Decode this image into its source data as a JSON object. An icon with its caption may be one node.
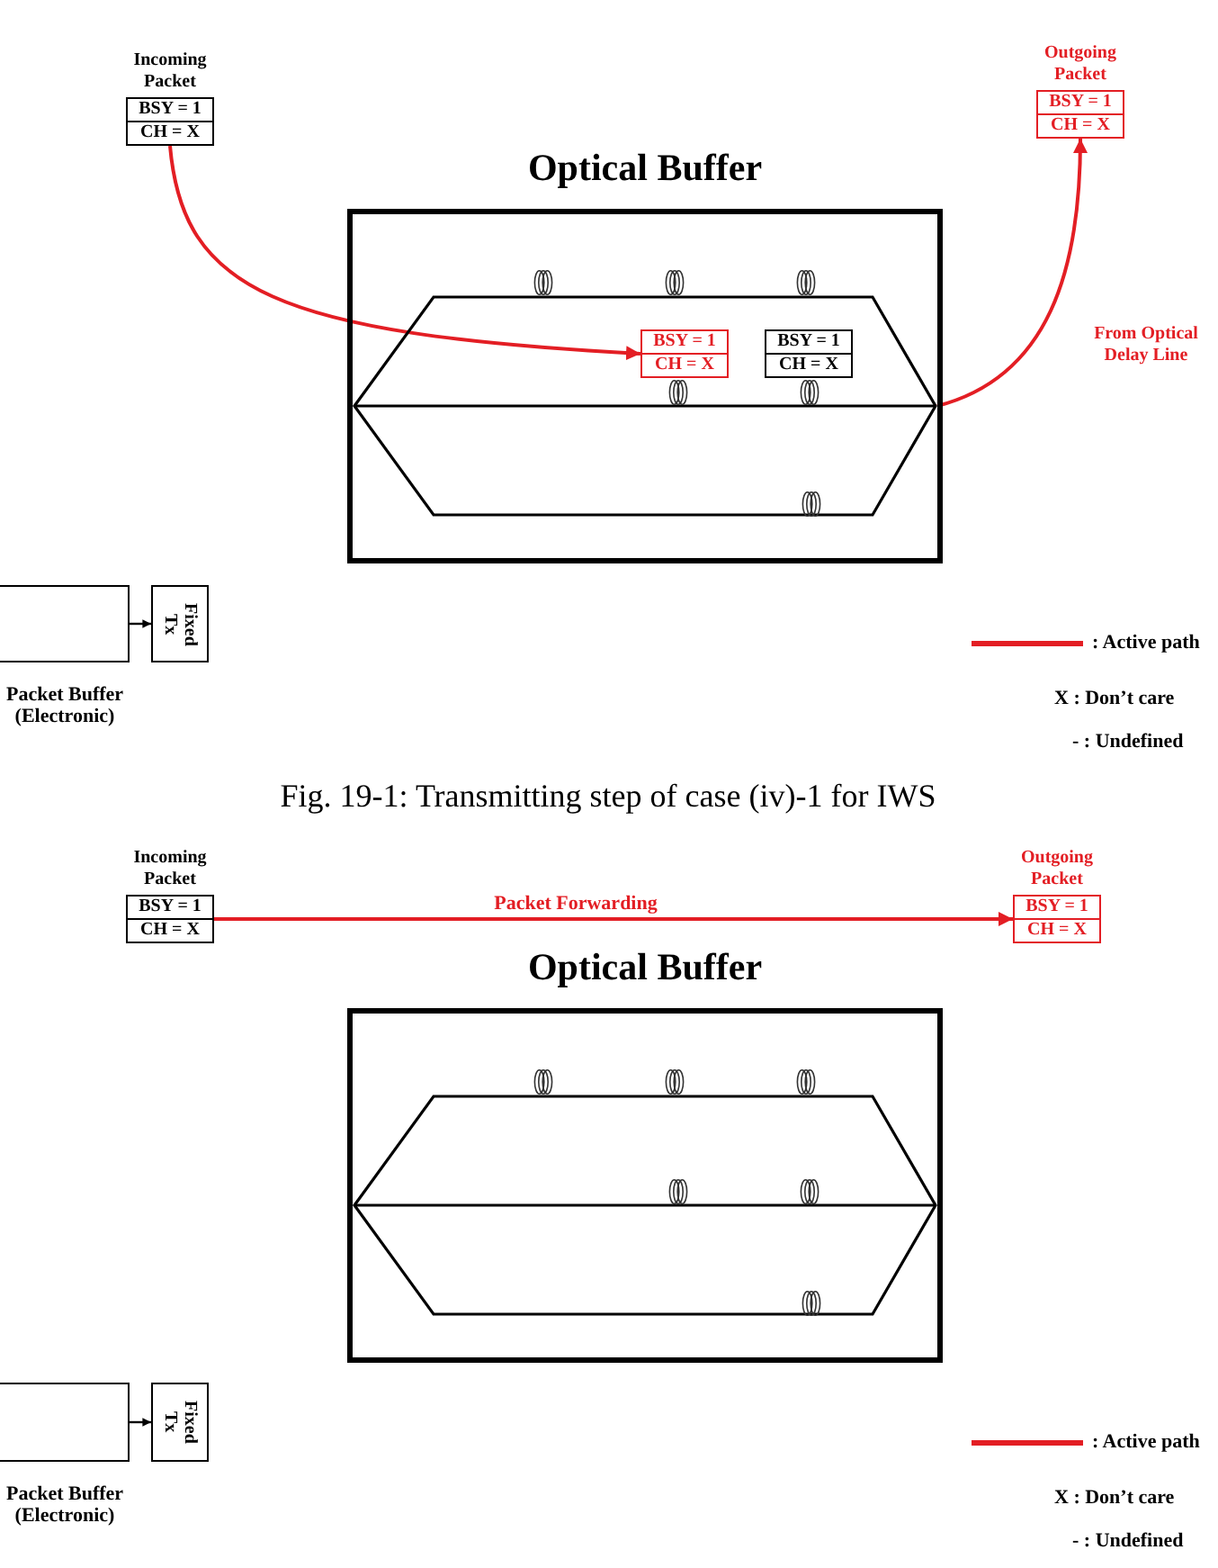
{
  "diagram": {
    "caption": "Fig. 19-1: Transmitting step of case (iv)-1 for IWS",
    "nodes": [
      {
        "text": [
          "Incoming Packet",
          "BSY = 1",
          "CH = X"
        ]
      },
      {
        "text": [
          "Outgoing Packet",
          "BSY = 1",
          "CH = X"
        ]
      },
      {
        "text": [
          "Optical Buffer"
        ]
      },
      {
        "text": [],
        "shape": "hexagon",
        "in": 2
      },
      {
        "text": [
          "BSY = 1",
          "CH = X"
        ],
        "in": 3
      },
      {
        "text": [
          "BSY = 1",
          "CH = X"
        ],
        "in": 3
      },
      {
        "text": [
          "Packet Buffer (Electronic)"
        ]
      },
      {
        "text": [
          "Fixed Tx"
        ]
      },
      {
        "text": [
          "Incoming Packet",
          "BSY = 1",
          "CH = X"
        ]
      },
      {
        "text": [
          "Outgoing Packet",
          "BSY = 1",
          "CH = X"
        ]
      },
      {
        "text": [
          "Optical Buffer"
        ]
      },
      {
        "text": [],
        "shape": "hexagon",
        "in": 10
      },
      {
        "text": [
          "Packet Buffer (Electronic)"
        ]
      },
      {
        "text": [
          "Fixed Tx"
        ]
      }
    ],
    "edges": [
      {
        "from": 0,
        "to": 4,
        "arrow": "to"
      },
      {
        "from": 3,
        "to": 1,
        "arrow": "to",
        "label": "From Optical Delay Line"
      },
      {
        "from": 6,
        "to": 7,
        "arrow": "to",
        "color": "#000000"
      },
      {
        "from": 8,
        "to": 9,
        "arrow": "to",
        "label": "Packet Forwarding"
      },
      {
        "from": 12,
        "to": 13,
        "arrow": "to",
        "color": "#000000"
      }
    ],
    "legend": [
      {
        "text": ": Active path",
        "color": "#e31e24"
      },
      {
        "text": "X : Don’t care"
      },
      {
        "text": "- : Undefined"
      },
      {
        "text": ": Active path",
        "color": "#e31e24"
      },
      {
        "text": "X : Don’t care"
      },
      {
        "text": "- : Undefined"
      }
    ]
  }
}
